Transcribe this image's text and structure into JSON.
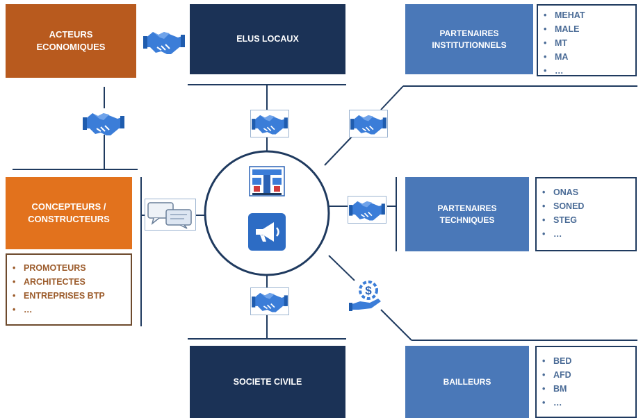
{
  "colors": {
    "navy": "#1b3256",
    "mid_blue": "#4a78b8",
    "orange_dark": "#b85a1e",
    "orange": "#e2721d",
    "line": "#1f3a5f",
    "icon_blue": "#3b7dd8"
  },
  "nodes": {
    "acteurs_economiques": "ACTEURS\nECONOMIQUES",
    "elus_locaux": "ELUS LOCAUX",
    "partenaires_institutionnels": "PARTENAIRES\nINSTITUTIONNELS",
    "concepteurs_constructeurs": "CONCEPTEURS /\nCONSTRUCTEURS",
    "partenaires_techniques": "PARTENAIRES\nTECHNIQUES",
    "societe_civile": "SOCIETE CIVILE",
    "bailleurs": "BAILLEURS"
  },
  "lists": {
    "institutionnels": [
      "MEHAT",
      "MALE",
      "MT",
      "MA",
      "…"
    ],
    "techniques": [
      "ONAS",
      "SONED",
      "STEG",
      "…"
    ],
    "bailleurs": [
      "BED",
      "AFD",
      "BM",
      "…"
    ],
    "constructeurs": [
      "PROMOTEURS",
      "ARCHITECTES",
      "ENTREPRISES BTP",
      "…"
    ]
  },
  "icons": {
    "link": "handshake-icon",
    "dialogue": "chat-bubbles-icon",
    "finance": "money-hand-icon",
    "center_top": "building-icon",
    "center_bottom": "megaphone-icon"
  }
}
